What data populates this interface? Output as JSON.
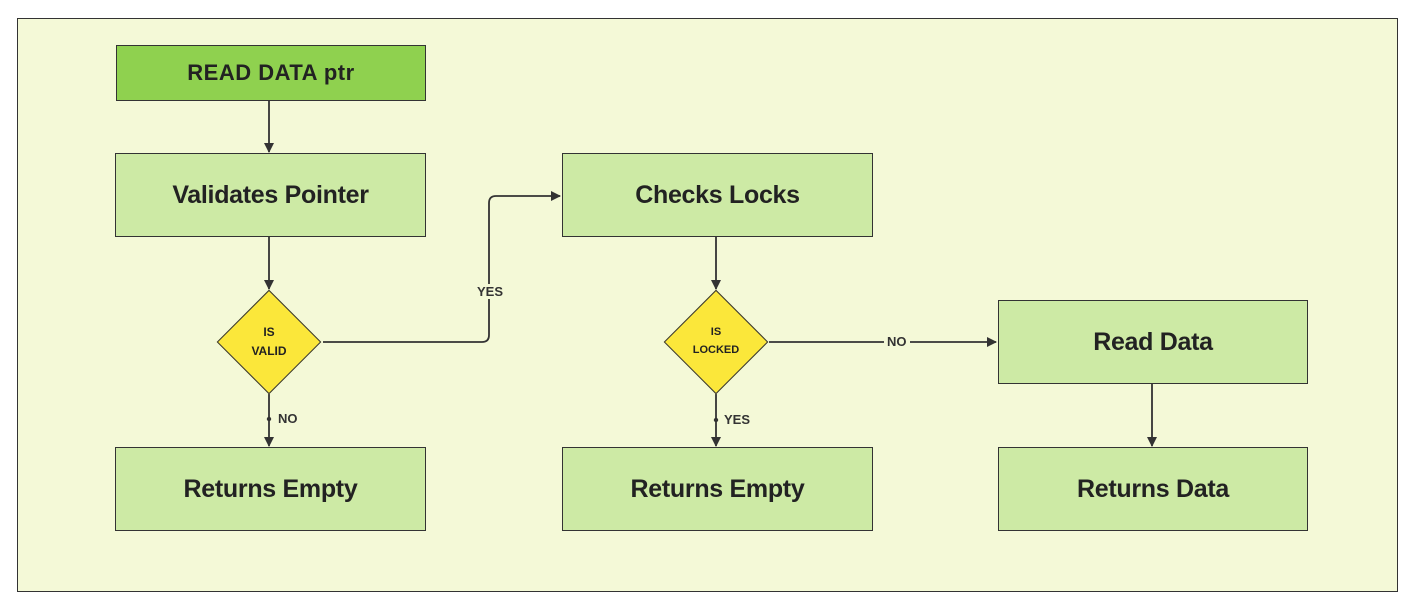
{
  "diagram": {
    "nodes": {
      "start": "READ DATA ptr",
      "validates_pointer": "Validates Pointer",
      "is_valid": "IS\nVALID",
      "returns_empty_1": "Returns Empty",
      "checks_locks": "Checks Locks",
      "is_locked": "IS\nLOCKED",
      "returns_empty_2": "Returns Empty",
      "read_data": "Read Data",
      "returns_data": "Returns Data"
    },
    "edge_labels": {
      "valid_yes": "YES",
      "valid_no": "NO",
      "locked_yes": "YES",
      "locked_no": "NO"
    },
    "colors": {
      "background": "#f4f9d7",
      "start_fill": "#8fd14f",
      "process_fill": "#cdeaa5",
      "decision_fill": "#fbe73a",
      "stroke": "#333333"
    }
  }
}
